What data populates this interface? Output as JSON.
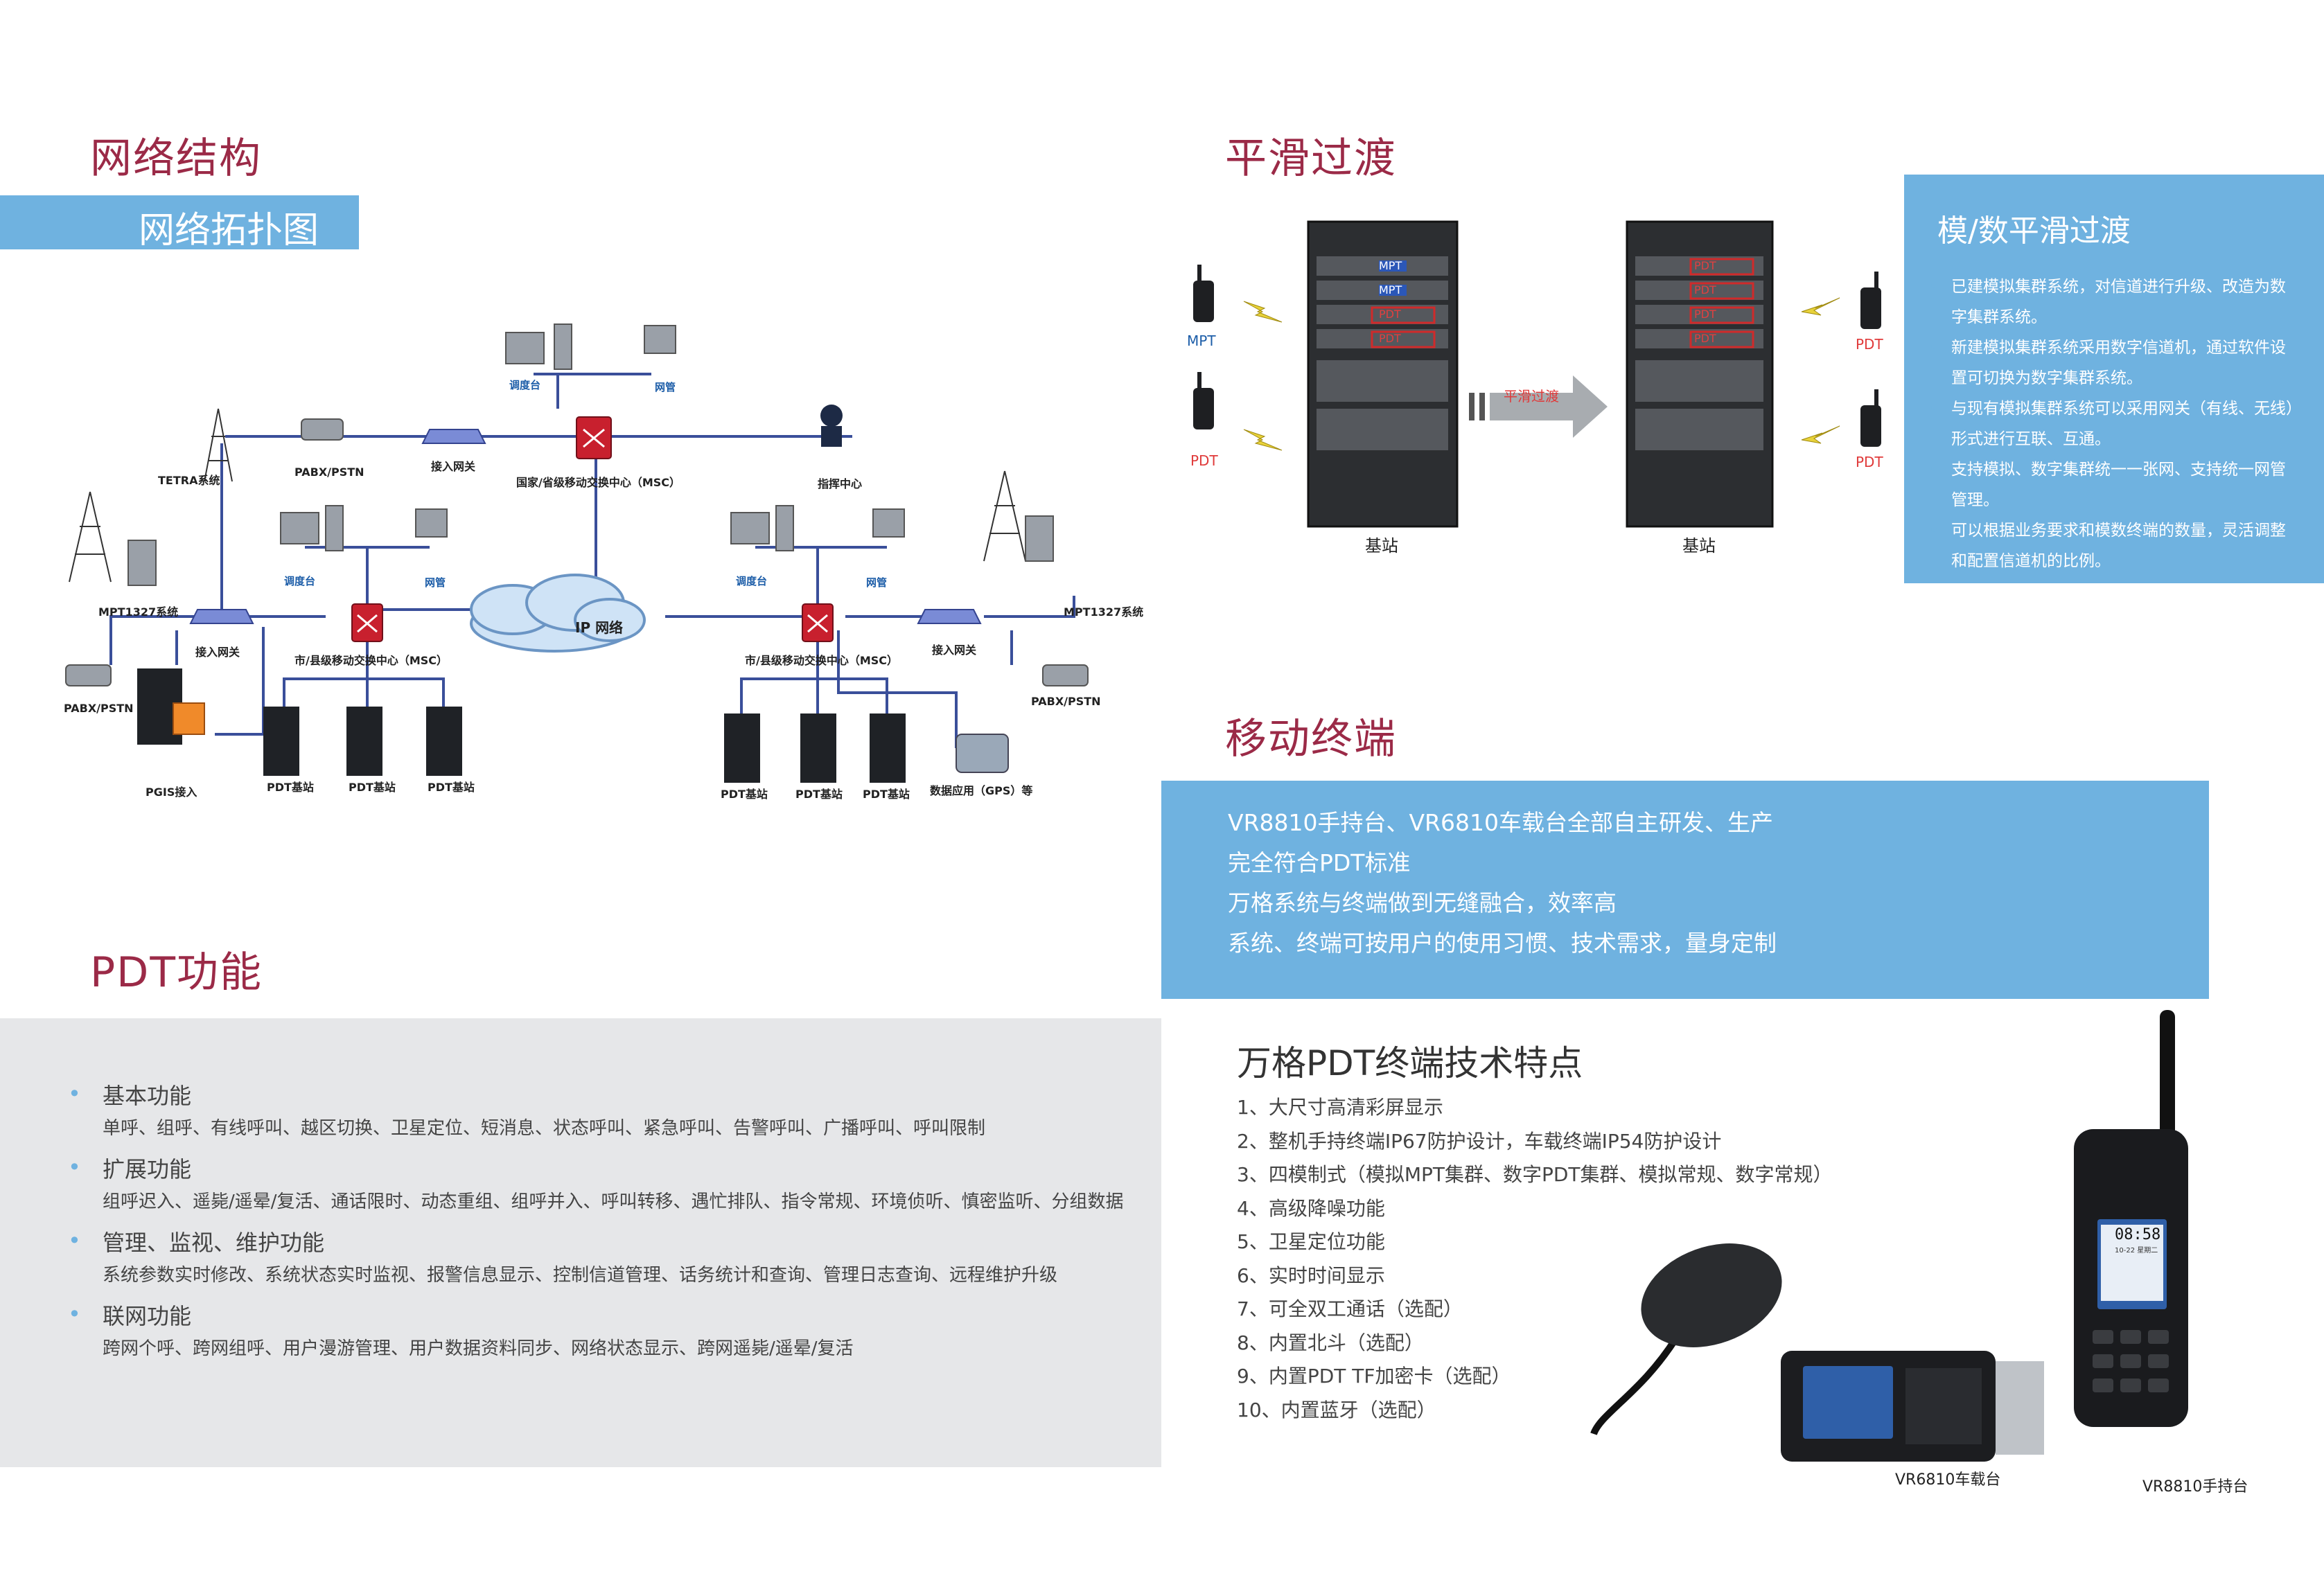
{
  "network": {
    "title": "网络结构",
    "subtitle": "网络拓扑图",
    "labels": {
      "dispatch_top": "调度台",
      "nms_top": "网管",
      "pabx_top": "PABX/PSTN",
      "gateway_top": "接入网关",
      "msc_national": "国家/省级移动交换中心（MSC）",
      "command": "指挥中心",
      "tetra": "TETRA系统",
      "mpt_left": "MPT1327系统",
      "dispatch_left": "调度台",
      "nms_left": "网管",
      "gateway_left": "接入网关",
      "msc_left": "市/县级移动交换中心（MSC）",
      "pabx_left": "PABX/PSTN",
      "pgis": "PGIS接入",
      "bs1": "PDT基站",
      "bs2": "PDT基站",
      "bs3": "PDT基站",
      "ip": "IP 网络",
      "dispatch_right": "调度台",
      "nms_right": "网管",
      "msc_right": "市/县级移动交换中心（MSC）",
      "gateway_right": "接入网关",
      "mpt_right": "MPT1327系统",
      "pabx_right": "PABX/PSTN",
      "bs4": "PDT基站",
      "bs5": "PDT基站",
      "bs6": "PDT基站",
      "data_app": "数据应用（GPS）等"
    }
  },
  "transition": {
    "title": "平滑过渡",
    "mpt_label": "MPT",
    "pdt_label": "PDT",
    "rack_left_label": "基站",
    "rack_right_label": "基站",
    "arrow_label": "平滑过渡",
    "module_mpt": "MPT",
    "module_pdt": "PDT",
    "box_title": "模/数平滑过渡",
    "box_items": [
      "已建模拟集群系统，对信道进行升级、改造为数字集群系统。",
      "新建模拟集群系统采用数字信道机，通过软件设置可切换为数字集群系统。",
      "与现有模拟集群系统可以采用网关（有线、无线）形式进行互联、互通。",
      "支持模拟、数字集群统一一张网、支持统一网管管理。",
      "可以根据业务要求和模数终端的数量，灵活调整和配置信道机的比例。"
    ]
  },
  "terminal": {
    "title": "移动终端",
    "items": [
      "VR8810手持台、VR6810车载台全部自主研发、生产",
      "完全符合PDT标准",
      "万格系统与终端做到无缝融合，效率高",
      "系统、终端可按用户的使用习惯、技术需求，量身定制"
    ]
  },
  "features": {
    "title": "万格PDT终端技术特点",
    "items": [
      "1、大尺寸高清彩屏显示",
      "2、整机手持终端IP67防护设计，车载终端IP54防护设计",
      "3、四模制式（模拟MPT集群、数字PDT集群、模拟常规、数字常规）",
      "4、高级降噪功能",
      "5、卫星定位功能",
      "6、实时时间显示",
      "7、可全双工通话（选配）",
      "8、内置北斗（选配）",
      "9、内置PDT TF加密卡（选配）",
      "10、内置蓝牙（选配）"
    ],
    "vehicle_caption": "VR6810车载台",
    "handheld_caption": "VR8810手持台",
    "screen_time": "08:58",
    "screen_date": "10-22 星期二"
  },
  "pdt": {
    "title": "PDT功能",
    "groups": [
      {
        "heading": "基本功能",
        "text": "单呼、组呼、有线呼叫、越区切换、卫星定位、短消息、状态呼叫、紧急呼叫、告警呼叫、广播呼叫、呼叫限制"
      },
      {
        "heading": "扩展功能",
        "text": "组呼迟入、遥毙/遥晕/复活、通话限时、动态重组、组呼并入、呼叫转移、遇忙排队、指令常规、环境侦听、慎密监听、分组数据"
      },
      {
        "heading": "管理、监视、维护功能",
        "text": "系统参数实时修改、系统状态实时监视、报警信息显示、控制信道管理、话务统计和查询、管理日志查询、远程维护升级"
      },
      {
        "heading": "联网功能",
        "text": "跨网个呼、跨网组呼、用户漫游管理、用户数据资料同步、网络状态显示、跨网遥毙/遥晕/复活"
      }
    ]
  }
}
